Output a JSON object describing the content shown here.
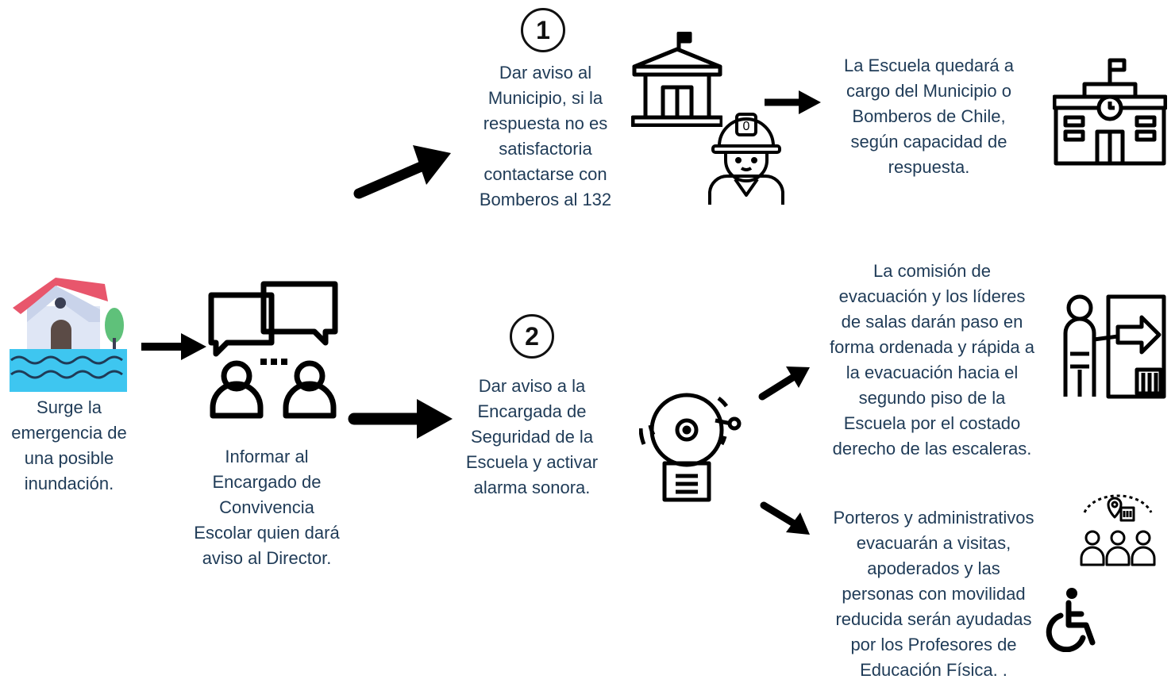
{
  "steps": {
    "start": "Surge la\nemergencia de\nuna posible\ninundación.",
    "inform": "Informar al\nEncargado de\nConvivencia\nEscolar quien dará\naviso al Director.",
    "option1_number": "1",
    "option1": "Dar aviso al\nMunicipio, si la\nrespuesta no es\nsatisfactoria\ncontactarse con\nBomberos al 132",
    "option1_result": "La Escuela quedará  a\ncargo del Municipio o\nBomberos de Chile,\nsegún capacidad de\nrespuesta.",
    "option2_number": "2",
    "option2": "Dar aviso a la\nEncargada de\nSeguridad de la\nEscuela y activar\nalarma sonora.",
    "evacuation": "La comisión de\nevacuación y los líderes\nde salas darán paso en\nforma ordenada y rápida a\nla evacuación hacia el\nsegundo piso de la\nEscuela por el costado\nderecho de las escaleras.",
    "visitors": "Porteros y administrativos\nevacuarán a visitas,\napoderados y las\npersonas con movilidad\nreducida serán ayudadas\npor los Profesores de\nEducación Física. ."
  },
  "icons": {
    "flood": "flooded-house-icon",
    "meeting": "conversation-people-icon",
    "municipality": "town-hall-icon",
    "firefighter": "firefighter-icon",
    "school": "school-building-icon",
    "alarm": "alarm-bell-icon",
    "exit": "emergency-exit-icon",
    "people": "people-location-icon",
    "wheelchair": "wheelchair-icon"
  },
  "colors": {
    "text": "#1f3b57",
    "roof": "#e8566c",
    "water": "#3ec6f0",
    "wall": "#dfe6f5",
    "tree": "#5fc17a"
  }
}
